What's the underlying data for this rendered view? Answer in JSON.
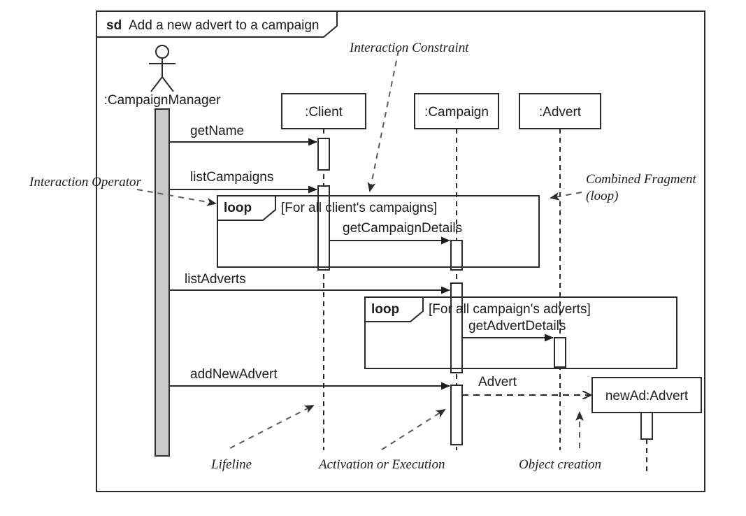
{
  "frame": {
    "tag": "sd",
    "title": "Add a new advert to a campaign"
  },
  "lifelines": [
    {
      "id": "campaign-manager",
      "label": ":CampaignManager",
      "kind": "actor"
    },
    {
      "id": "client",
      "label": ":Client",
      "kind": "object"
    },
    {
      "id": "campaign",
      "label": ":Campaign",
      "kind": "object"
    },
    {
      "id": "advert",
      "label": ":Advert",
      "kind": "object"
    },
    {
      "id": "new-ad",
      "label": "newAd:Advert",
      "kind": "created-object"
    }
  ],
  "messages": [
    {
      "id": "get-name",
      "label": "getName",
      "from": "campaign-manager",
      "to": "client",
      "kind": "sync"
    },
    {
      "id": "list-campaigns",
      "label": "listCampaigns",
      "from": "campaign-manager",
      "to": "client",
      "kind": "sync"
    },
    {
      "id": "get-campaign-details",
      "label": "getCampaignDetails",
      "from": "client",
      "to": "campaign",
      "kind": "sync"
    },
    {
      "id": "list-adverts",
      "label": "listAdverts",
      "from": "campaign-manager",
      "to": "campaign",
      "kind": "sync"
    },
    {
      "id": "get-advert-details",
      "label": "getAdvertDetails",
      "from": "campaign",
      "to": "advert",
      "kind": "sync"
    },
    {
      "id": "add-new-advert",
      "label": "addNewAdvert",
      "from": "campaign-manager",
      "to": "campaign",
      "kind": "sync"
    },
    {
      "id": "advert-return",
      "label": "Advert",
      "from": "campaign",
      "to": "new-ad",
      "kind": "create-return"
    }
  ],
  "fragments": [
    {
      "id": "loop-campaigns",
      "operator": "loop",
      "constraint": "[For all client's campaigns]"
    },
    {
      "id": "loop-adverts",
      "operator": "loop",
      "constraint": "[For all campaign's adverts]"
    }
  ],
  "annotations": [
    {
      "id": "interaction-constraint",
      "lines": [
        "Interaction Constraint"
      ]
    },
    {
      "id": "interaction-operator",
      "lines": [
        "Interaction Operator"
      ]
    },
    {
      "id": "combined-fragment",
      "lines": [
        "Combined Fragment",
        "(loop)"
      ]
    },
    {
      "id": "lifeline",
      "lines": [
        "Lifeline"
      ]
    },
    {
      "id": "activation",
      "lines": [
        "Activation or Execution"
      ]
    },
    {
      "id": "object-creation",
      "lines": [
        "Object creation"
      ]
    }
  ],
  "colors": {
    "stroke": "#2b2b2b",
    "actor_activation_fill": "#c9c9c9",
    "annotation_stroke": "#5a5a5a",
    "background": "#ffffff"
  }
}
